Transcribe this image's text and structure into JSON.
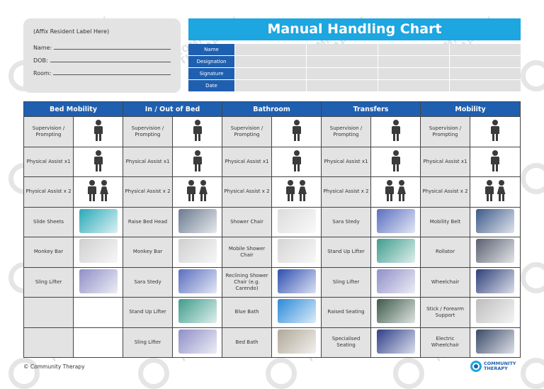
{
  "resident_label": {
    "title": "(Affix Resident Label Here)",
    "fields": [
      {
        "label": "Name:",
        "value": ""
      },
      {
        "label": "DOB:",
        "value": ""
      },
      {
        "label": "Room:",
        "value": ""
      }
    ]
  },
  "header": {
    "title": "Manual Handling Chart",
    "sign_rows": [
      "Name",
      "Designation",
      "Signature",
      "Date"
    ]
  },
  "columns": [
    "Bed Mobility",
    "In / Out of Bed",
    "Bathroom",
    "Transfers",
    "Mobility"
  ],
  "rows": [
    [
      {
        "label": "Supervision / Prompting",
        "icon": "person-icon"
      },
      {
        "label": "Supervision / Prompting",
        "icon": "person-icon"
      },
      {
        "label": "Supervision / Prompting",
        "icon": "person-icon"
      },
      {
        "label": "Supervision / Prompting",
        "icon": "person-icon"
      },
      {
        "label": "Supervision / Prompting",
        "icon": "person-icon"
      }
    ],
    [
      {
        "label": "Physical Assist x1",
        "icon": "person-icon"
      },
      {
        "label": "Physical Assist x1",
        "icon": "person-icon"
      },
      {
        "label": "Physical Assist x1",
        "icon": "person-icon"
      },
      {
        "label": "Physical Assist x1",
        "icon": "person-icon"
      },
      {
        "label": "Physical Assist x1",
        "icon": "person-icon"
      }
    ],
    [
      {
        "label": "Physical Assist x 2",
        "icon": "two-people-icon"
      },
      {
        "label": "Physical Assist x 2",
        "icon": "two-people-icon"
      },
      {
        "label": "Physical Assist x 2",
        "icon": "two-people-icon"
      },
      {
        "label": "Physical Assist x 2",
        "icon": "two-people-icon"
      },
      {
        "label": "Physical Assist x 2",
        "icon": "two-people-icon"
      }
    ],
    [
      {
        "label": "Slide Sheets",
        "icon": "slide-sheets-image",
        "color": "#2aa9b8"
      },
      {
        "label": "Raise Bed Head",
        "icon": "hospital-bed-image",
        "color": "#6b7a8f"
      },
      {
        "label": "Shower Chair",
        "icon": "shower-chair-image",
        "color": "#dcdcdc"
      },
      {
        "label": "Sara Stedy",
        "icon": "sara-stedy-image",
        "color": "#5a6fc0"
      },
      {
        "label": "Mobility Belt",
        "icon": "mobility-belt-image",
        "color": "#3d5a8a"
      }
    ],
    [
      {
        "label": "Monkey Bar",
        "icon": "monkey-bar-image",
        "color": "#cfcfcf"
      },
      {
        "label": "Monkey Bar",
        "icon": "monkey-bar-image",
        "color": "#cfcfcf"
      },
      {
        "label": "Mobile Shower Chair",
        "icon": "mobile-shower-chair-image",
        "color": "#d5d5d5"
      },
      {
        "label": "Stand Up Lifter",
        "icon": "stand-up-lifter-image",
        "color": "#3f9c8c"
      },
      {
        "label": "Rollator",
        "icon": "rollator-image",
        "color": "#5a6070"
      }
    ],
    [
      {
        "label": "Sling Lifter",
        "icon": "sling-lifter-image",
        "color": "#8f8fc8"
      },
      {
        "label": "Sara Stedy",
        "icon": "sara-stedy-image",
        "color": "#5a6fc0"
      },
      {
        "label": "Reclining Shower Chair (e.g. Carendo)",
        "icon": "reclining-shower-chair-image",
        "color": "#2e4fb0"
      },
      {
        "label": "Sling Lifter",
        "icon": "sling-lifter-image",
        "color": "#8f8fc8"
      },
      {
        "label": "Wheelchair",
        "icon": "wheelchair-image",
        "color": "#2e3f7a"
      }
    ],
    [
      {
        "label": "",
        "icon": ""
      },
      {
        "label": "Stand Up Lifter",
        "icon": "stand-up-lifter-image",
        "color": "#3f9c8c"
      },
      {
        "label": "Blue Bath",
        "icon": "blue-bath-image",
        "color": "#2a8ad8"
      },
      {
        "label": "Raised Seating",
        "icon": "raised-seating-image",
        "color": "#3d5a4a"
      },
      {
        "label": "Stick / Forearm Support",
        "icon": "walking-aids-image",
        "color": "#bdbdbd"
      }
    ],
    [
      {
        "label": "",
        "icon": ""
      },
      {
        "label": "Sling Lifter",
        "icon": "sling-lifter-image",
        "color": "#8f8fc8"
      },
      {
        "label": "Bed Bath",
        "icon": "bed-bath-image",
        "color": "#b0a898"
      },
      {
        "label": "Specialised Seating",
        "icon": "specialised-seating-image",
        "color": "#2e3f8a"
      },
      {
        "label": "Electric Wheelchair",
        "icon": "electric-wheelchair-image",
        "color": "#3a4a6a"
      }
    ]
  ],
  "footer": {
    "copyright": "© Community Therapy",
    "brand_line1": "COMMUNITY",
    "brand_line2": "THERAPY"
  },
  "watermark": {
    "line1": "COMMUNITY",
    "line2": "THERAPY"
  },
  "colors": {
    "title_bar": "#1da6df",
    "header_blue": "#1f5fb0",
    "label_gray": "#e3e3e3"
  }
}
